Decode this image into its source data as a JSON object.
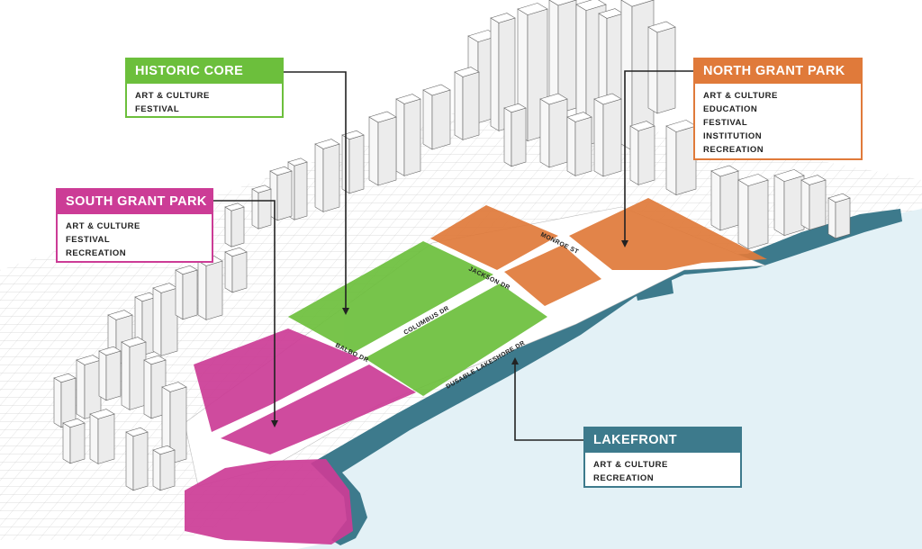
{
  "colors": {
    "historic_core": "#6cbf3c",
    "south_grant_park": "#cc3c96",
    "north_grant_park": "#e07a3a",
    "lakefront": "#3d7a8c",
    "water": "#e3f1f6"
  },
  "callouts": {
    "historic_core": {
      "title": "HISTORIC CORE",
      "items": [
        "ART & CULTURE",
        "FESTIVAL"
      ]
    },
    "south_grant_park": {
      "title": "SOUTH GRANT PARK",
      "items": [
        "ART & CULTURE",
        "FESTIVAL",
        "RECREATION"
      ]
    },
    "north_grant_park": {
      "title": "NORTH GRANT PARK",
      "items": [
        "ART & CULTURE",
        "EDUCATION",
        "FESTIVAL",
        "INSTITUTION",
        "RECREATION"
      ]
    },
    "lakefront": {
      "title": "LAKEFRONT",
      "items": [
        "ART & CULTURE",
        "RECREATION"
      ]
    }
  },
  "roads": {
    "monroe": "MONROE ST",
    "jackson": "JACKSON DR",
    "columbus": "COLUMBUS DR",
    "balbo": "BALBO DR",
    "lakeshore": "DUSABLE LAKESHORE DR"
  }
}
